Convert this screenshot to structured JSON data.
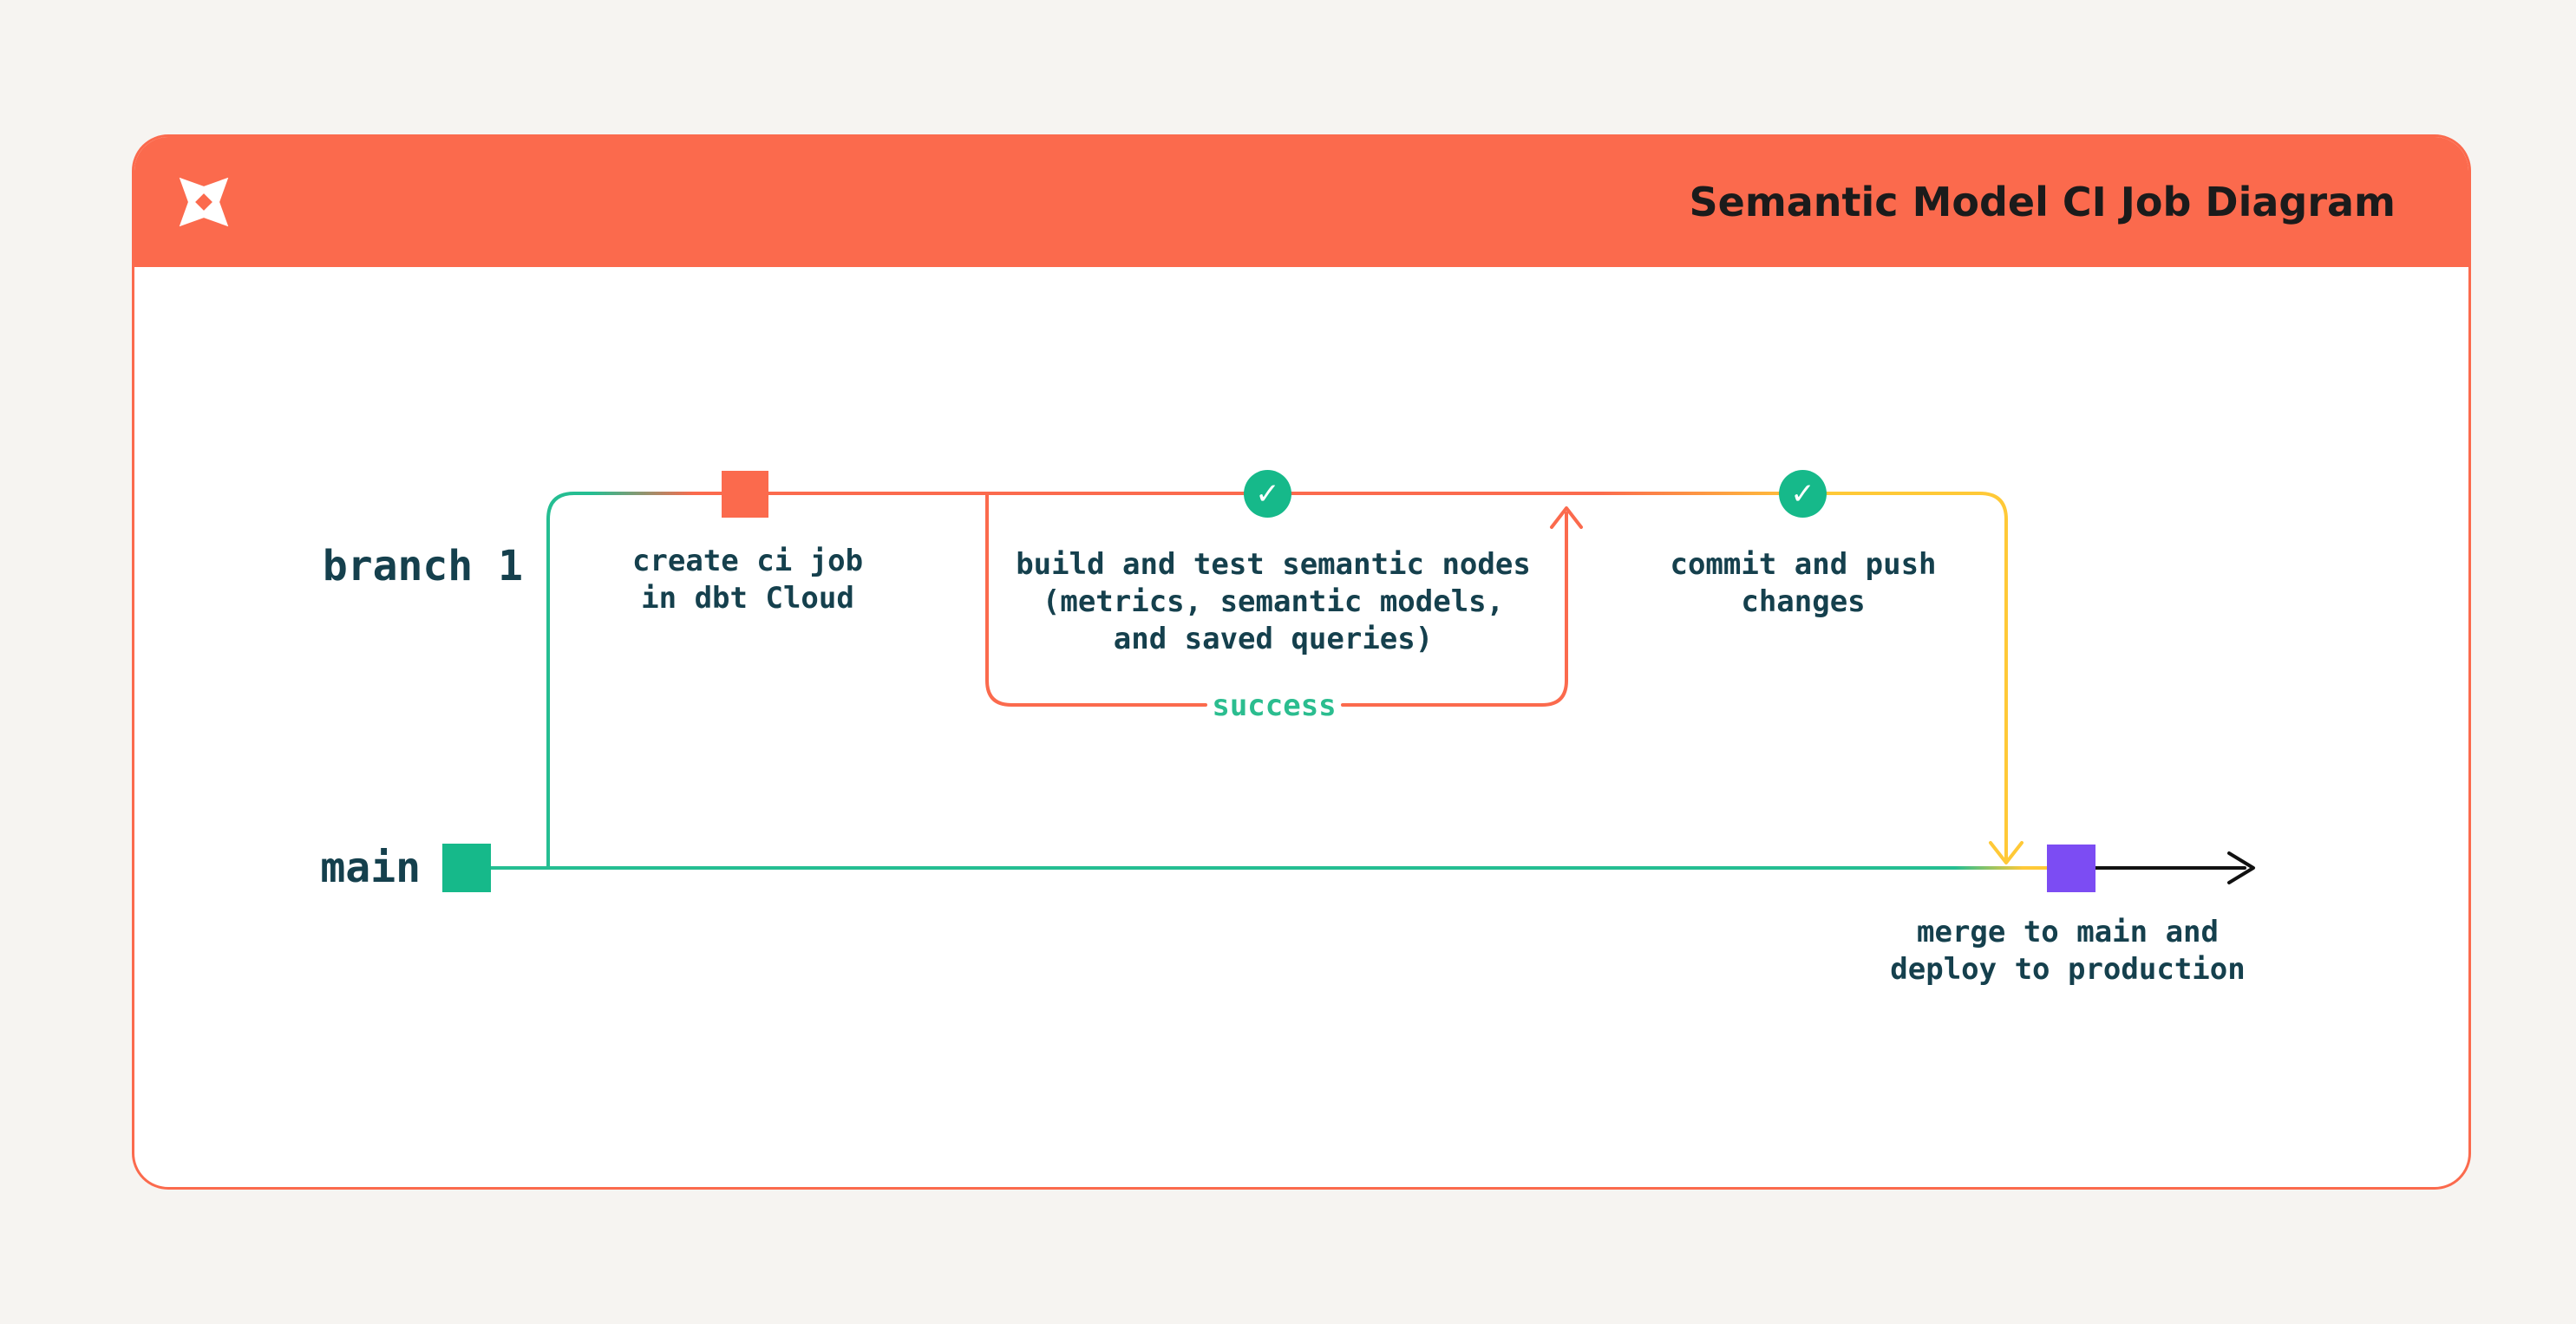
{
  "page": {
    "background_color": "#F6F4F1"
  },
  "header": {
    "title": "Semantic Model CI Job Diagram",
    "background_color": "#FB6A4D",
    "logo": "dbt-logo"
  },
  "diagram": {
    "branch_labels": {
      "branch1": "branch 1",
      "main": "main"
    },
    "steps": {
      "create_ci": {
        "label": "create ci job\nin dbt Cloud",
        "node": "orange-square"
      },
      "build_test": {
        "label": "build and test semantic nodes\n(metrics, semantic models,\nand saved queries)",
        "node": "check-circle"
      },
      "commit_push": {
        "label": "commit and push\nchanges",
        "node": "check-circle"
      },
      "merge_deploy": {
        "label": "merge to main and\ndeploy to production",
        "node": "purple-square"
      }
    },
    "success_label": "success",
    "icons": {
      "check": "✓"
    },
    "colors": {
      "orange": "#FB6A4D",
      "green_node": "#16B98A",
      "green_line": "#25BE92",
      "yellow": "#FFC937",
      "purple": "#7C4CF3",
      "navy_text": "#15404D",
      "success_text": "#2BBD8F",
      "arrow_black": "#111111"
    }
  }
}
